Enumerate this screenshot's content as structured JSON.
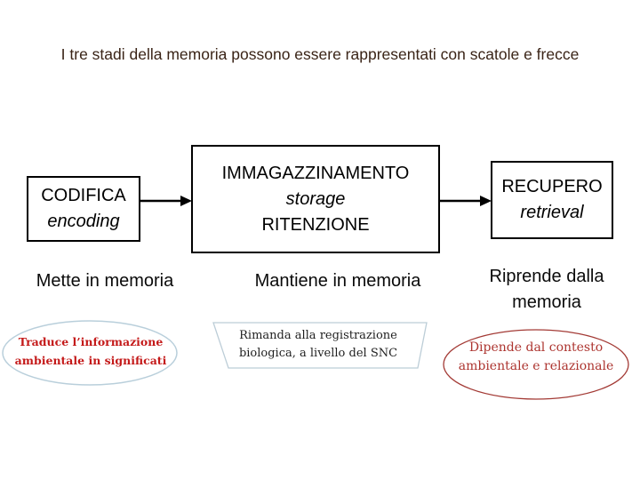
{
  "slide": {
    "title": "I tre stadi della memoria possono essere rappresentati con scatole e frecce"
  },
  "boxes": {
    "codifica": {
      "line1": "CODIFICA",
      "line2": "encoding"
    },
    "immagazzinamento": {
      "line1": "IMMAGAZZINAMENTO",
      "line2": "storage",
      "line3": "RITENZIONE"
    },
    "recupero": {
      "line1": "RECUPERO",
      "line2": "retrieval"
    }
  },
  "labels": {
    "codifica": "Mette in memoria",
    "immagazzinamento": "Mantiene in memoria",
    "recupero": "Riprende dalla memoria"
  },
  "annotations": {
    "left_ellipse": {
      "line1": "Traduce l’informazione",
      "line2": "ambientale in significati"
    },
    "trapezoid": {
      "line1": "Rimanda alla registrazione",
      "line2": "biologica, a livello del SNC"
    },
    "right_ellipse": {
      "line1": "Dipende dal contesto",
      "line2": "ambientale e relazionale"
    }
  },
  "colors": {
    "title_text": "#3a2417",
    "box_border": "#000000",
    "arrow": "#000000",
    "annotation_red_text": "#c41a1a",
    "annotation_dark_red_outline": "#a33a35",
    "annotation_dark_red_text": "#ad3530",
    "light_blue_outline": "#b9cfdb"
  }
}
